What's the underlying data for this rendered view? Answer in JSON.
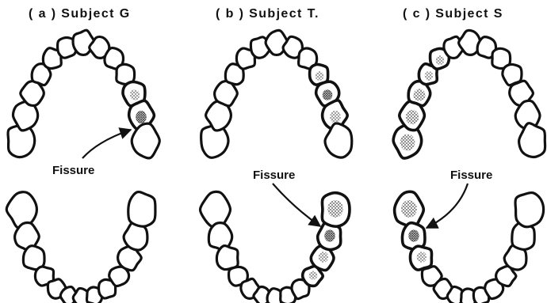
{
  "colors": {
    "ink": "#111111",
    "stain": "#555555"
  },
  "panels": [
    {
      "title": "( a )  Subject  G",
      "label": "Fissure"
    },
    {
      "title": "( b )  Subject  T.",
      "label": "Fissure"
    },
    {
      "title": "( c )  Subject  S",
      "label": "Fissure"
    }
  ]
}
